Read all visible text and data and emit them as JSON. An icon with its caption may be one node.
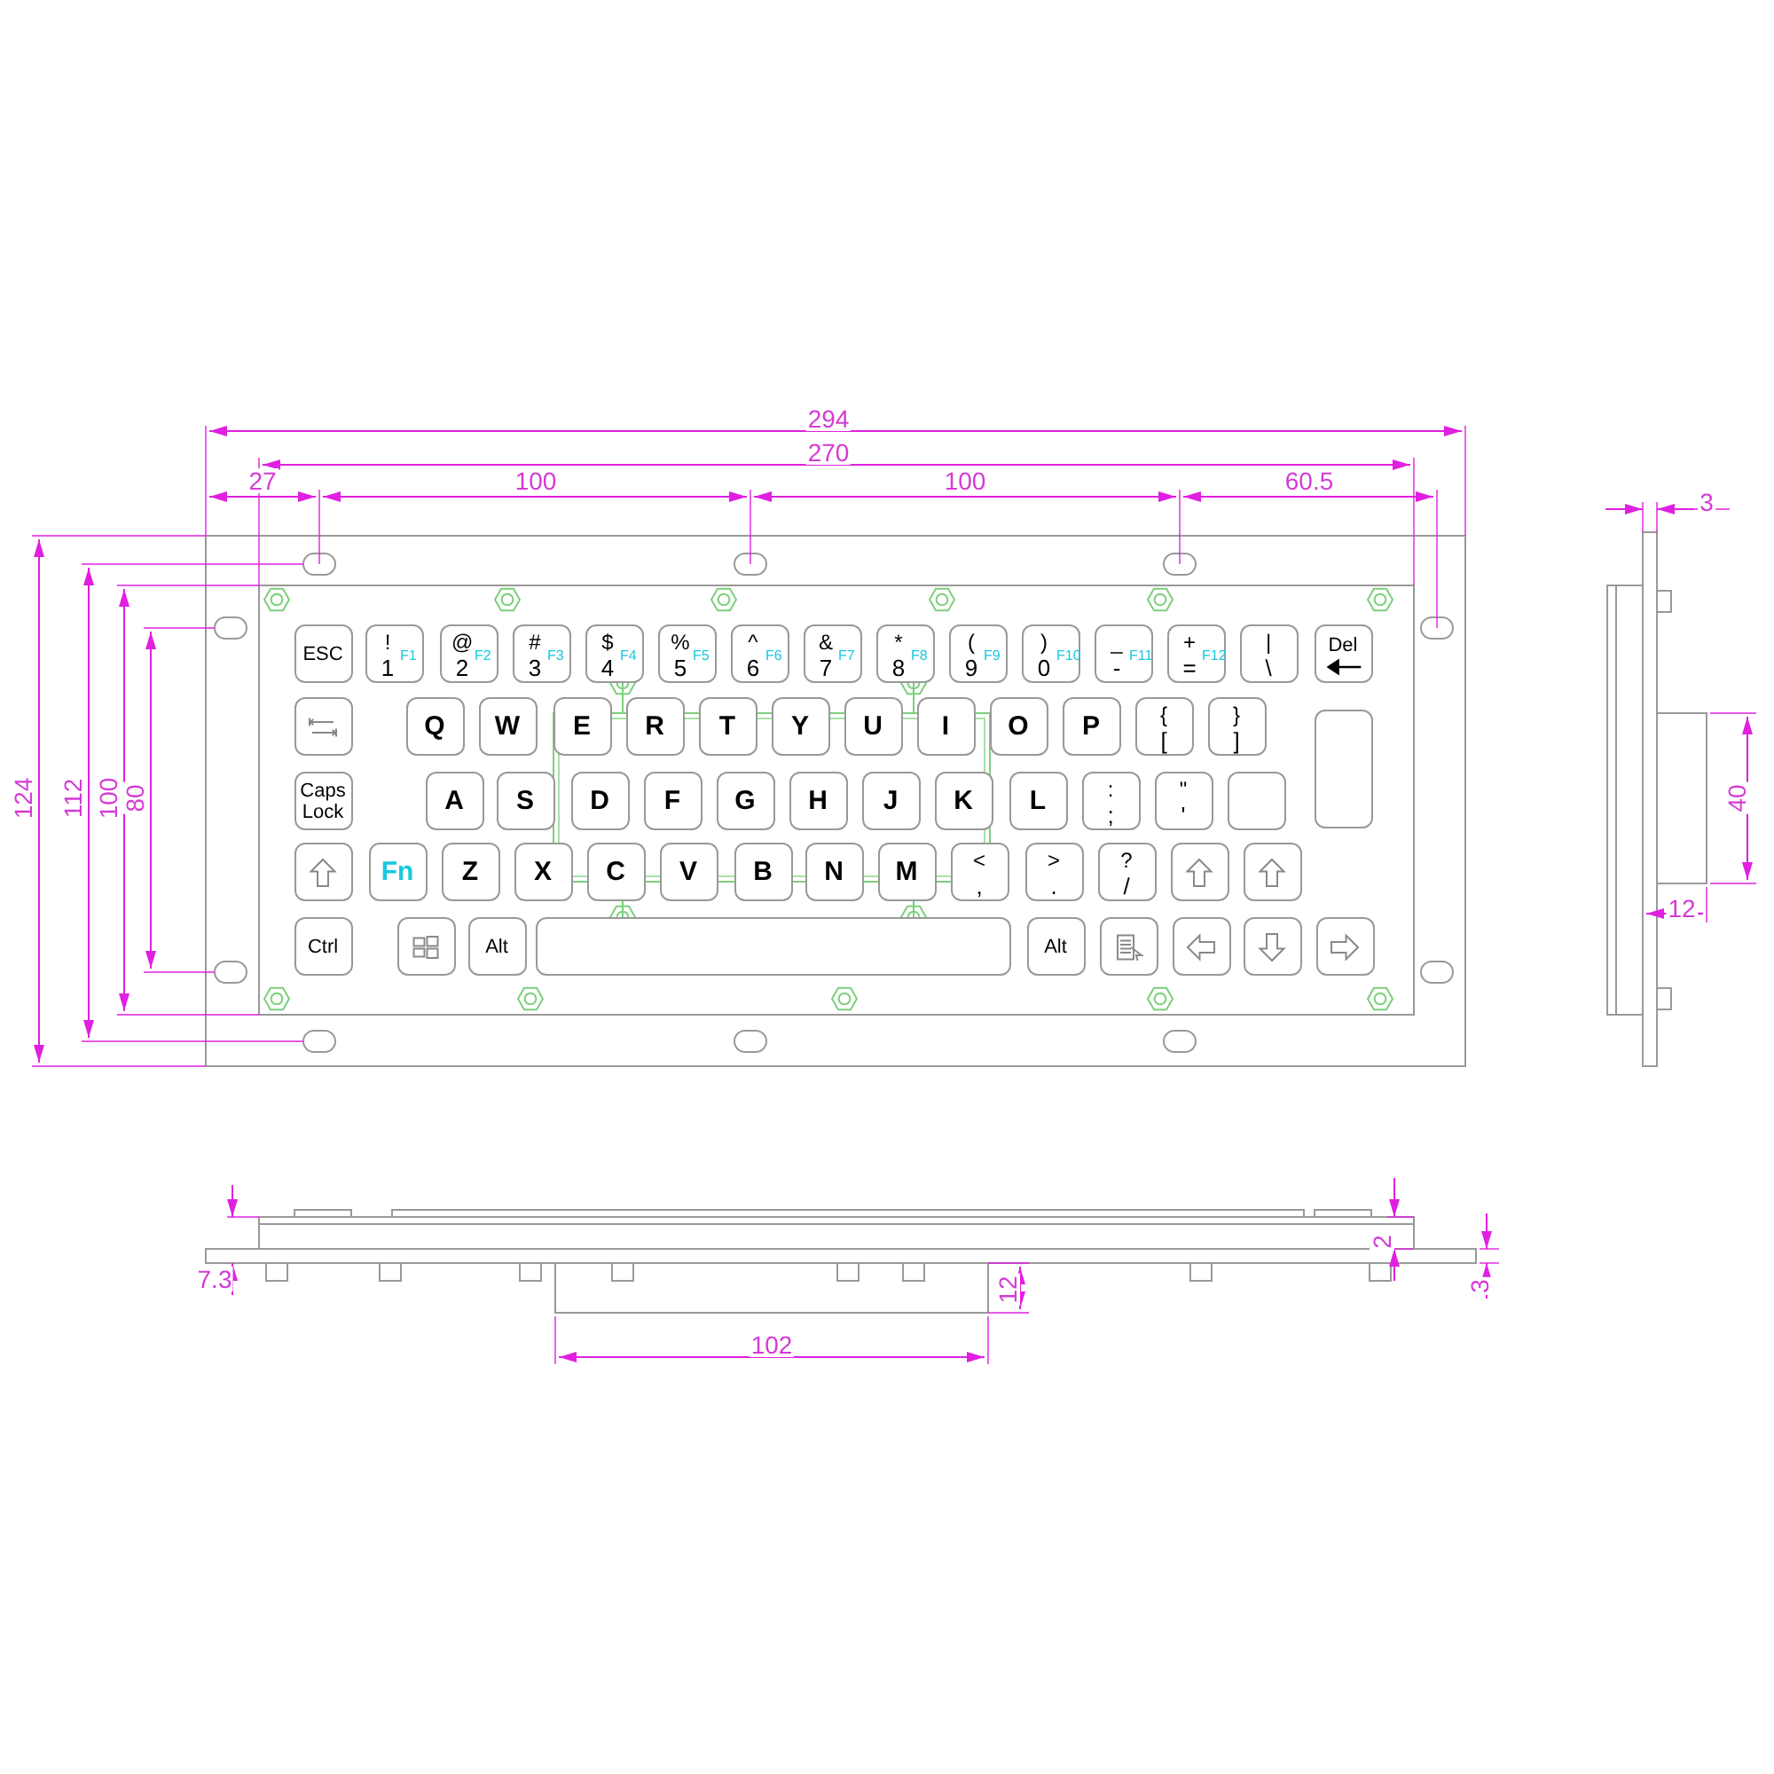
{
  "diagram": {
    "nodes": [
      {
        "text": [
          "ESC"
        ]
      },
      {
        "text": [
          "!",
          "1",
          "F1"
        ]
      },
      {
        "text": [
          "@",
          "2",
          "F2"
        ]
      },
      {
        "text": [
          "#",
          "3",
          "F3"
        ]
      },
      {
        "text": [
          "$",
          "4",
          "F4"
        ]
      },
      {
        "text": [
          "%",
          "5",
          "F5"
        ]
      },
      {
        "text": [
          "^",
          "6",
          "F6"
        ]
      },
      {
        "text": [
          "&",
          "7",
          "F7"
        ]
      },
      {
        "text": [
          "*",
          "8",
          "F8"
        ]
      },
      {
        "text": [
          "(",
          "9",
          "F9"
        ]
      },
      {
        "text": [
          ")",
          "0",
          "F10"
        ]
      },
      {
        "text": [
          "_",
          "-",
          "F11"
        ]
      },
      {
        "text": [
          "+",
          "=",
          "F12"
        ]
      },
      {
        "text": [
          "|",
          "\\"
        ]
      },
      {
        "text": [
          "Del"
        ]
      },
      {
        "text": [],
        "shape": "box"
      },
      {
        "text": [
          "Q"
        ]
      },
      {
        "text": [
          "W"
        ]
      },
      {
        "text": [
          "E"
        ]
      },
      {
        "text": [
          "R"
        ]
      },
      {
        "text": [
          "T"
        ]
      },
      {
        "text": [
          "Y"
        ]
      },
      {
        "text": [
          "U"
        ]
      },
      {
        "text": [
          "I"
        ]
      },
      {
        "text": [
          "O"
        ]
      },
      {
        "text": [
          "P"
        ]
      },
      {
        "text": [
          "{",
          "["
        ]
      },
      {
        "text": [
          "}",
          "]"
        ]
      },
      {
        "text": [],
        "shape": "box"
      },
      {
        "text": [
          "Caps Lock"
        ]
      },
      {
        "text": [
          "A"
        ]
      },
      {
        "text": [
          "S"
        ]
      },
      {
        "text": [
          "D"
        ]
      },
      {
        "text": [
          "F"
        ]
      },
      {
        "text": [
          "G"
        ]
      },
      {
        "text": [
          "H"
        ]
      },
      {
        "text": [
          "J"
        ]
      },
      {
        "text": [
          "K"
        ]
      },
      {
        "text": [
          "L"
        ]
      },
      {
        "text": [
          ":",
          ";"
        ]
      },
      {
        "text": [
          "\"",
          "'"
        ]
      },
      {
        "text": [],
        "shape": "box"
      },
      {
        "text": [],
        "shape": "box"
      },
      {
        "text": [
          "Fn"
        ]
      },
      {
        "text": [
          "Z"
        ]
      },
      {
        "text": [
          "X"
        ]
      },
      {
        "text": [
          "C"
        ]
      },
      {
        "text": [
          "V"
        ]
      },
      {
        "text": [
          "B"
        ]
      },
      {
        "text": [
          "N"
        ]
      },
      {
        "text": [
          "M"
        ]
      },
      {
        "text": [
          "<",
          ","
        ]
      },
      {
        "text": [
          ">",
          "."
        ]
      },
      {
        "text": [
          "?",
          "/"
        ]
      },
      {
        "text": [],
        "shape": "box"
      },
      {
        "text": [],
        "shape": "box"
      },
      {
        "text": [
          "Ctrl"
        ]
      },
      {
        "text": [],
        "shape": "box"
      },
      {
        "text": [
          "Alt"
        ]
      },
      {
        "text": [],
        "shape": "box"
      },
      {
        "text": [
          "Alt"
        ]
      },
      {
        "text": [],
        "shape": "box"
      },
      {
        "text": [],
        "shape": "box"
      },
      {
        "text": [],
        "shape": "box"
      },
      {
        "text": [],
        "shape": "box"
      }
    ],
    "labels": [
      "294",
      "270",
      "27",
      "100",
      "100",
      "60.5",
      "3",
      "124",
      "112",
      "100",
      "80",
      "40",
      "12",
      "7.3",
      "2",
      "3",
      "12",
      "102"
    ]
  }
}
